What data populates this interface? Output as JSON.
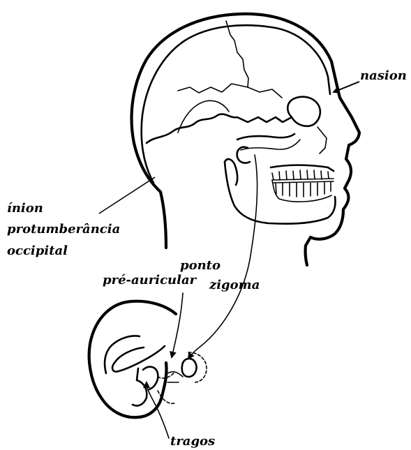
{
  "labels": {
    "nasion": "nasion",
    "inion": "ínion",
    "protuberancia": "protumberância",
    "occipital": "occipital",
    "ponto": "ponto",
    "pre_auricular": "pré-auricular",
    "zigoma": "zigoma",
    "tragos": "tragos"
  },
  "colors": {
    "ink": "#000000",
    "background": "#ffffff"
  }
}
